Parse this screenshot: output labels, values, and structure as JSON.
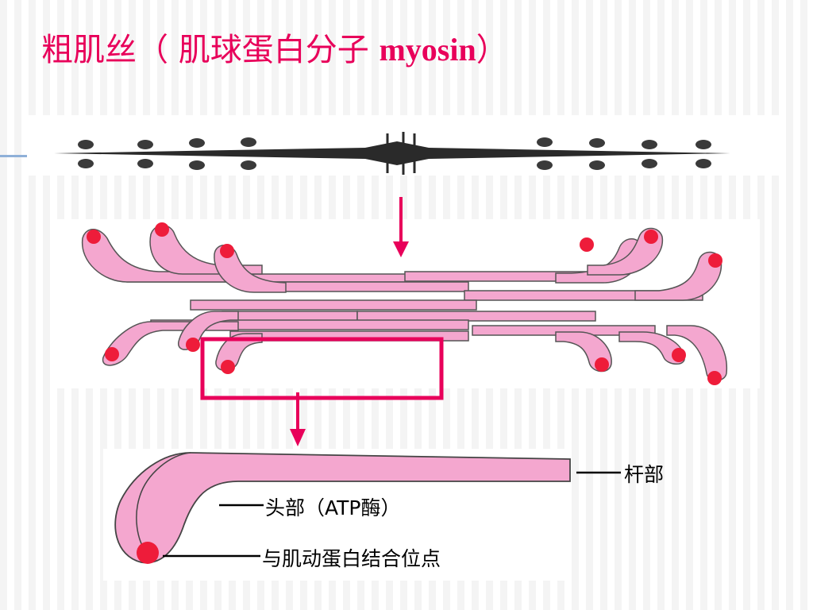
{
  "slide": {
    "title_cn": "粗肌丝（ 肌球蛋白分子 ",
    "title_en": "myosin",
    "title_close": "）"
  },
  "labels": {
    "rod": "杆部",
    "head": "头部（ATP酶）",
    "binding_site": "与肌动蛋白结合位点"
  },
  "colors": {
    "title": "#e8005a",
    "molecule_fill": "#f4a7cf",
    "molecule_stroke": "#555555",
    "binding_dot": "#ee1c3a",
    "highlight_box": "#e8005a",
    "thick_filament": "#2a2a2a"
  }
}
